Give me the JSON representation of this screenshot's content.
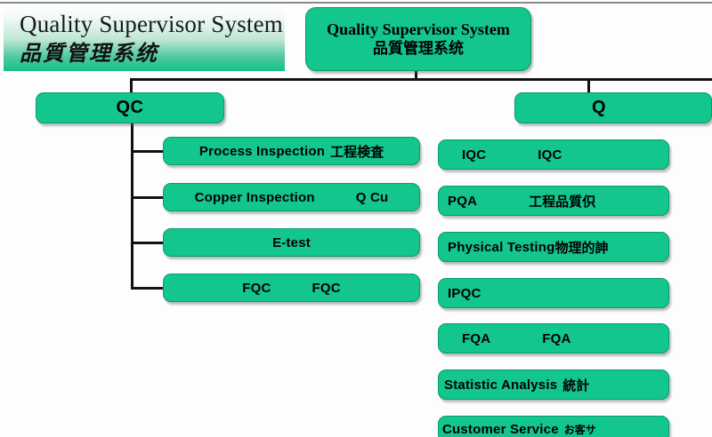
{
  "page": {
    "background": "#fdfdfd",
    "accent_green": "#12c68d",
    "banner_gradient_end": "#16c08c",
    "line_color": "#111111"
  },
  "banner": {
    "title_en": "Quality Supervisor System",
    "title_cn": "品質管理系统"
  },
  "root": {
    "title_en": "Quality Supervisor System",
    "title_cn": "品質管理系统"
  },
  "branches": {
    "left": {
      "head": "QC",
      "leaves": [
        {
          "en": "Process Inspection",
          "jp": "工程検査",
          "gap": "small"
        },
        {
          "en": "Copper Inspection",
          "jp": "Q Cu",
          "gap": "large"
        },
        {
          "en": "E-test",
          "jp": "",
          "gap": "none"
        },
        {
          "en": "FQC",
          "jp": "FQC",
          "gap": "large"
        }
      ]
    },
    "right": {
      "head": "Q",
      "leaves": [
        {
          "en": "IQC",
          "jp": "IQC",
          "gap": "large"
        },
        {
          "en": "PQA",
          "jp": "工程品質伿",
          "gap": "large"
        },
        {
          "en": "Physical Testing",
          "jp": "物理的訷",
          "gap": "none"
        },
        {
          "en": "IPQC",
          "jp": "",
          "gap": "none"
        },
        {
          "en": "FQA",
          "jp": "FQA",
          "gap": "large"
        },
        {
          "en": "Statistic Analysis",
          "jp": "統計",
          "gap": "small"
        },
        {
          "en": "Customer Service",
          "jp": "お客サ",
          "gap": "small"
        }
      ]
    }
  }
}
